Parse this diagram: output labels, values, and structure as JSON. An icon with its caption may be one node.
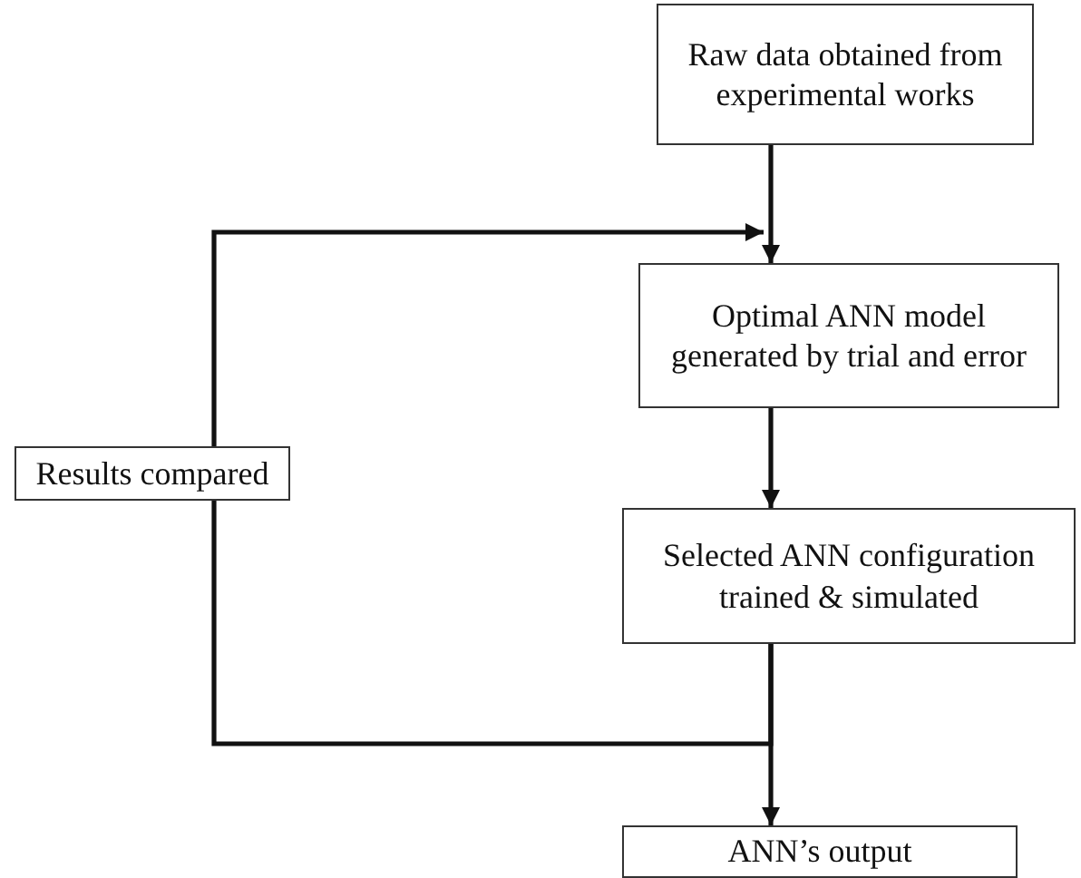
{
  "diagram": {
    "nodes": [
      {
        "text": [
          "Raw data obtained from experimental works"
        ]
      },
      {
        "text": [
          "Optimal ANN model generated by trial and error"
        ]
      },
      {
        "text": [
          "Selected ANN configuration trained & simulated"
        ]
      },
      {
        "text": [
          "ANN’s output"
        ]
      },
      {
        "text": [
          "Results compared"
        ]
      }
    ],
    "edges": [
      {
        "from": 0,
        "to": 1,
        "arrow": "to"
      },
      {
        "from": 1,
        "to": 2,
        "arrow": "to"
      },
      {
        "from": 2,
        "to": 3,
        "arrow": "to"
      },
      {
        "from": 2,
        "to": 4,
        "arrow": "none"
      },
      {
        "from": 4,
        "to": 1,
        "arrow": "to"
      }
    ]
  }
}
